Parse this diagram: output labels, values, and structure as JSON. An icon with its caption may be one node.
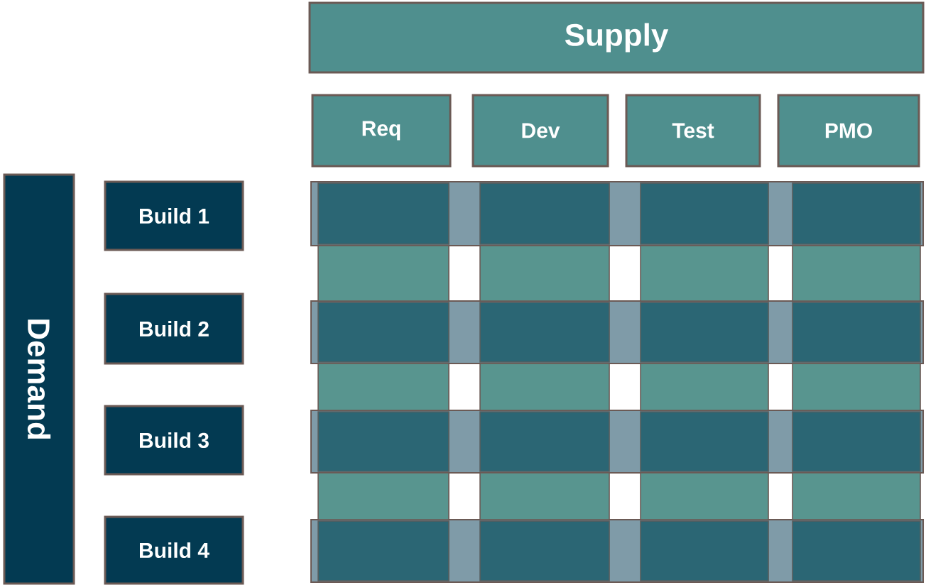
{
  "diagram": {
    "nodes": [
      {
        "text": [
          "Supply"
        ]
      },
      {
        "text": [
          "Req"
        ]
      },
      {
        "text": [
          "Dev"
        ]
      },
      {
        "text": [
          "Test"
        ]
      },
      {
        "text": [
          "PMO"
        ]
      },
      {
        "text": [
          "Demand"
        ]
      },
      {
        "text": [
          "Build 1"
        ]
      },
      {
        "text": [
          "Build 2"
        ]
      },
      {
        "text": [
          "Build 3"
        ]
      },
      {
        "text": [
          "Build 4"
        ]
      }
    ]
  }
}
